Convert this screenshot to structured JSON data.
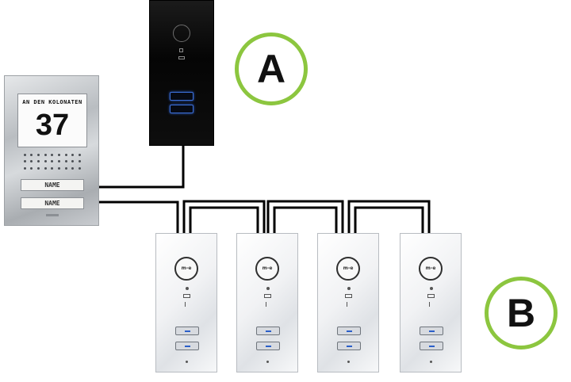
{
  "door_station": {
    "street": "AN DEN KOLONATEN",
    "number": "37",
    "name_buttons": [
      "NAME",
      "NAME"
    ]
  },
  "indoor_unit_a": {
    "label": "A"
  },
  "indoor_units_b": {
    "label": "B",
    "units": [
      {
        "logo": "m-e"
      },
      {
        "logo": "m-e"
      },
      {
        "logo": "m-e"
      },
      {
        "logo": "m-e"
      }
    ]
  },
  "colors": {
    "label_ring": "#8cc63f",
    "wire": "#000000",
    "unit_a_body": "#0a0a0a",
    "unit_a_key_glow": "#3c6fd8",
    "unit_b_body": "#f1f2f4"
  }
}
